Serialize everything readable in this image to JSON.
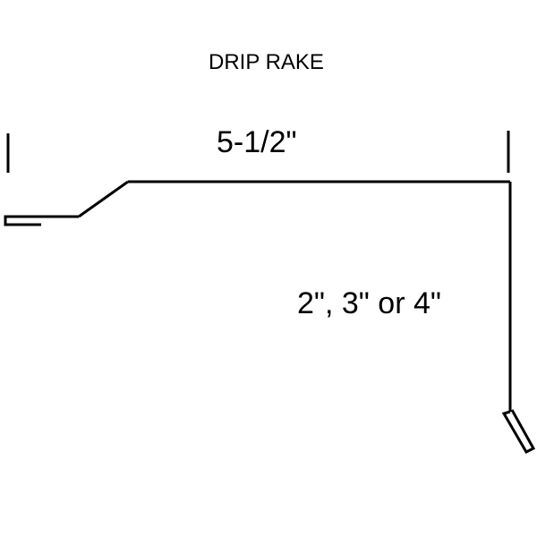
{
  "title": "DRIP RAKE",
  "dimensions": {
    "top_width": "5-1/2\"",
    "leg_height": "2\", 3\" or 4\""
  },
  "colors": {
    "line": "#000000",
    "background": "#ffffff"
  }
}
